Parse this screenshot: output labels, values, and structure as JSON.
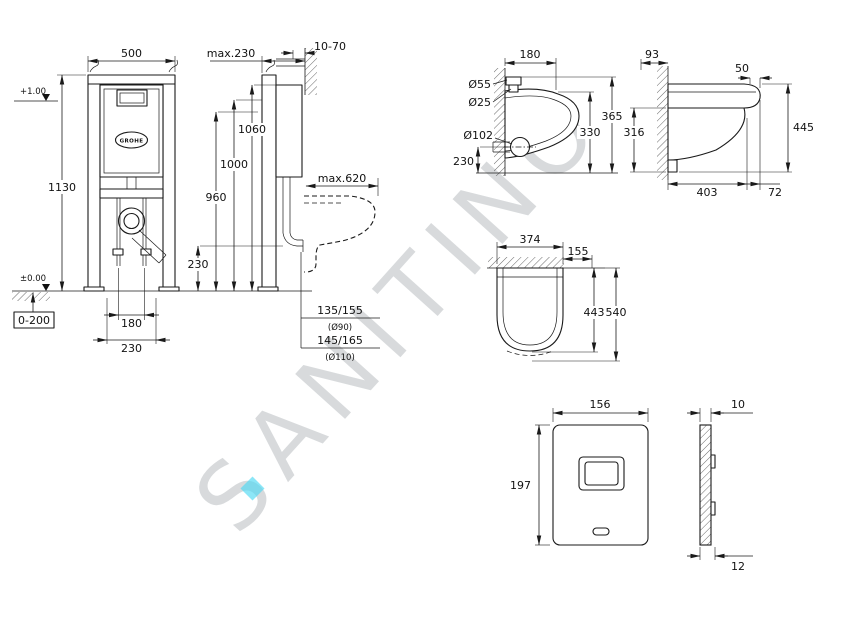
{
  "watermark": {
    "text": "SANITINO"
  },
  "frame_front": {
    "brand": "GROHE",
    "dim_width": "500",
    "dim_height": "1130",
    "ref_top": "+1.00",
    "ref_zero": "±0.00",
    "dim_h_1060": "1060",
    "dim_h_1000": "1000",
    "dim_h_960": "960",
    "dim_h_230": "230",
    "dim_floor_range": "0-200",
    "dim_bolt_180": "180",
    "dim_bolt_230": "230",
    "outlet_1": "135/155",
    "outlet_1_dia": "(Ø90)",
    "outlet_2": "145/165",
    "outlet_2_dia": "(Ø110)"
  },
  "frame_side": {
    "dim_depth": "max.230",
    "dim_wall_gap": "10-70",
    "dim_reach": "max.620"
  },
  "bowl_side": {
    "dim_depth_top": "180",
    "dia_inlet": "Ø55",
    "dia_pipe": "Ø25",
    "dia_outlet": "Ø102",
    "dim_height_outer": "365",
    "dim_height_inner": "330",
    "dim_outlet_height": "230"
  },
  "bowl_profile": {
    "dim_93": "93",
    "dim_50": "50",
    "dim_316": "316",
    "dim_445": "445",
    "dim_403": "403",
    "dim_72": "72"
  },
  "seat_top": {
    "dim_374": "374",
    "dim_155": "155",
    "dim_443": "443",
    "dim_540": "540"
  },
  "flush_plate": {
    "dim_width": "156",
    "dim_height": "197",
    "dim_thickness": "10",
    "dim_depth": "12"
  }
}
